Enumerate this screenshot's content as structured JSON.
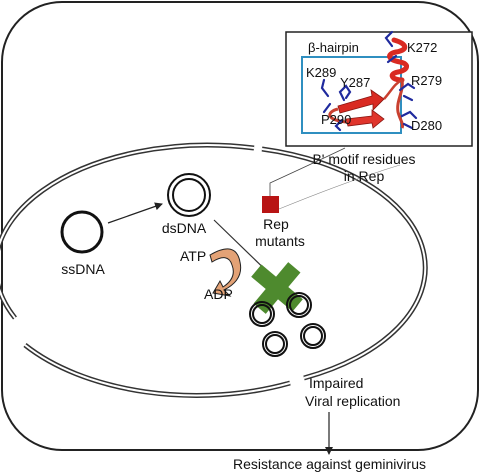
{
  "labels": {
    "ssdna": "ssDNA",
    "dsdna": "dsDNA",
    "atp": "ATP",
    "adp": "ADP",
    "rep_mutants_line1": "Rep",
    "rep_mutants_line2": "mutants",
    "beta_hairpin": "β-hairpin",
    "k272": "K272",
    "k289": "K289",
    "y287": "Y287",
    "r279": "R279",
    "p290": "P290",
    "d280": "D280",
    "motif_line1": "B' motif residues",
    "motif_line2": "in Rep",
    "impaired_line1": "Impaired",
    "impaired_line2": "Viral replication",
    "resistance": "Resistance against geminivirus"
  },
  "colors": {
    "mutant_square": "#b81414",
    "block_cross": "#4e8a2e",
    "atp_arrow": "#e3a276",
    "protein_ribbon": "#d92a22",
    "residue_sticks": "#1f2a9e",
    "zoom_box": "#2f8fc0"
  }
}
